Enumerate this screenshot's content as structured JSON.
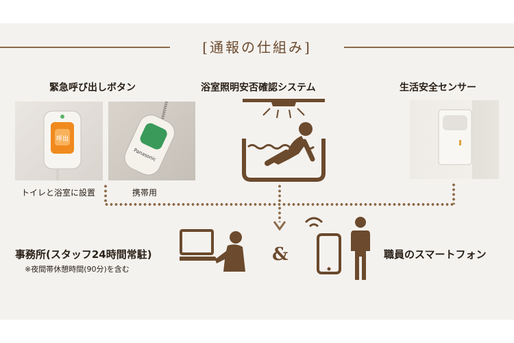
{
  "title": "[通報の仕組み]",
  "devices": {
    "call_button": {
      "heading": "緊急呼び出しボタン",
      "captions": [
        "トイレと浴室に設置",
        "携帯用"
      ],
      "button_text": "呼出",
      "brand_text": "Panasonic"
    },
    "bath_system": {
      "heading": "浴室照明安否確認システム"
    },
    "sensor": {
      "heading": "生活安全センサー"
    }
  },
  "recipients": {
    "office": {
      "label": "事務所(スタッフ24時間常駐)",
      "note": "※夜間帯休憩時間(90分)を含む"
    },
    "connector": "&",
    "smartphone": {
      "label": "職員のスマートフォン"
    }
  },
  "colors": {
    "accent": "#8b6a48",
    "dark": "#6b4a2d"
  }
}
